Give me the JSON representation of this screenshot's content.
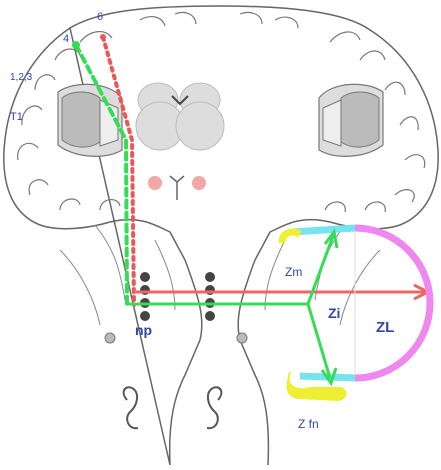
{
  "labels": {
    "n6": "6",
    "n4": "4",
    "n123": "1,2,3",
    "t1": "T1",
    "np": "np",
    "zm": "Zm",
    "zi": "Zi",
    "zl": "ZL",
    "zfn": "Z fn"
  },
  "colors": {
    "red_path": "#ee5555",
    "green_path": "#33dd55",
    "green_arrow": "#33dd55",
    "red_arrow": "#ee6666",
    "cyan_zone": "#77e3ee",
    "pink_zone": "#ee88ee",
    "yellow_zone": "#eeee33",
    "label_blue": "#3344aa",
    "brain_outline": "#666666",
    "dark_nuclei": "#444444"
  }
}
